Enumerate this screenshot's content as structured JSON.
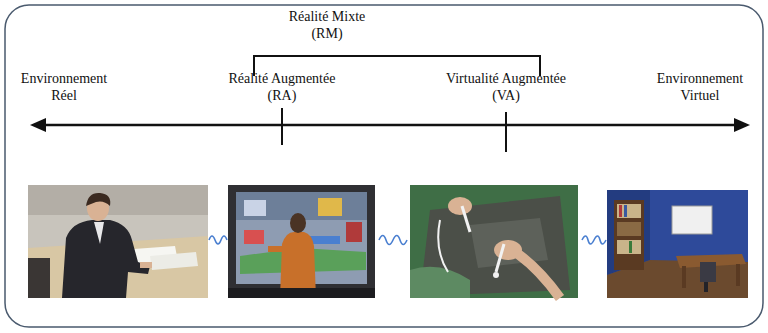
{
  "diagram": {
    "labels": [
      "Réalité Mixte (RM)",
      "Environnement Réel",
      "Réalité Augmentée (RA)",
      "Virtualité Augmentée (VA)",
      "Environnement Virtuel"
    ]
  }
}
